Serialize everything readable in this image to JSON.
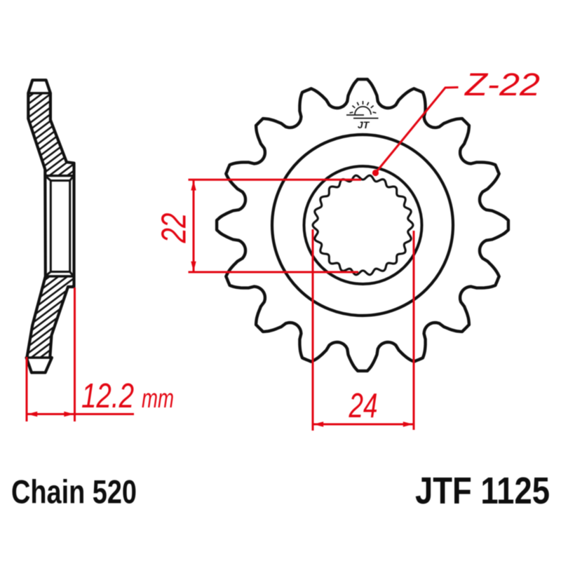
{
  "title": "JT front sprocket technical drawing",
  "part": {
    "product_label": "JTF 1125",
    "chain_label": "Chain 520",
    "teeth_front_view": 16,
    "spline_teeth": 22
  },
  "dimensions": {
    "spline_inner_diameter": {
      "value": "22",
      "unit": ""
    },
    "spline_outer_diameter": {
      "value": "24",
      "unit": ""
    },
    "width": {
      "value": "12.2",
      "unit": "mm"
    },
    "spline_count_label": "Z-22"
  },
  "colors": {
    "dimension_red": "#e30613",
    "line_black": "#111111",
    "background": "#ffffff"
  },
  "icons": {
    "logo": "jt-rising-sun-logo",
    "logo_text": "JT"
  }
}
